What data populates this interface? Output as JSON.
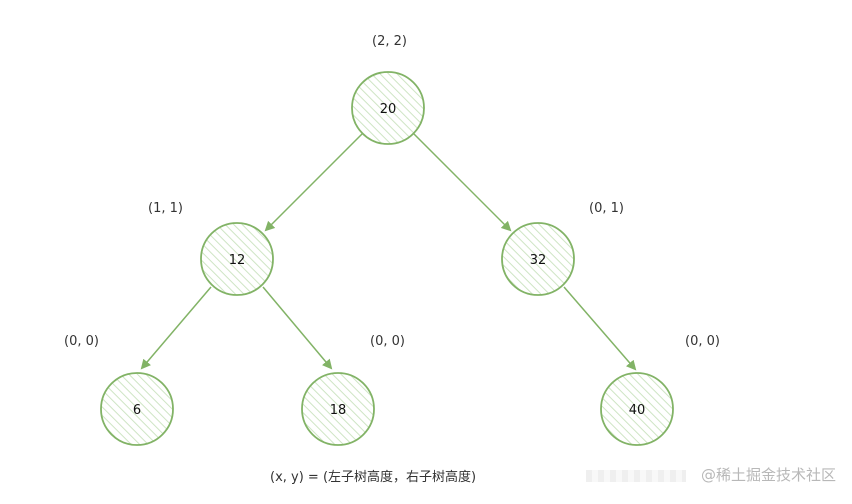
{
  "tree": {
    "nodes": [
      {
        "id": "n20",
        "value": "20",
        "height_pair": "(2, 2)"
      },
      {
        "id": "n12",
        "value": "12",
        "height_pair": "(1, 1)"
      },
      {
        "id": "n32",
        "value": "32",
        "height_pair": "(0, 1)"
      },
      {
        "id": "n6",
        "value": "6",
        "height_pair": "(0, 0)"
      },
      {
        "id": "n18",
        "value": "18",
        "height_pair": "(0, 0)"
      },
      {
        "id": "n40",
        "value": "40",
        "height_pair": "(0, 0)"
      }
    ],
    "edges": [
      {
        "from": "n20",
        "to": "n12"
      },
      {
        "from": "n20",
        "to": "n32"
      },
      {
        "from": "n12",
        "to": "n6"
      },
      {
        "from": "n12",
        "to": "n18"
      },
      {
        "from": "n32",
        "to": "n40"
      }
    ]
  },
  "legend": "(x, y) = (左子树高度，右子树高度)",
  "watermark": "@稀土掘金技术社区",
  "colors": {
    "node_stroke": "#82b366",
    "node_fill": "#d5e8d4",
    "edge": "#82b366"
  }
}
